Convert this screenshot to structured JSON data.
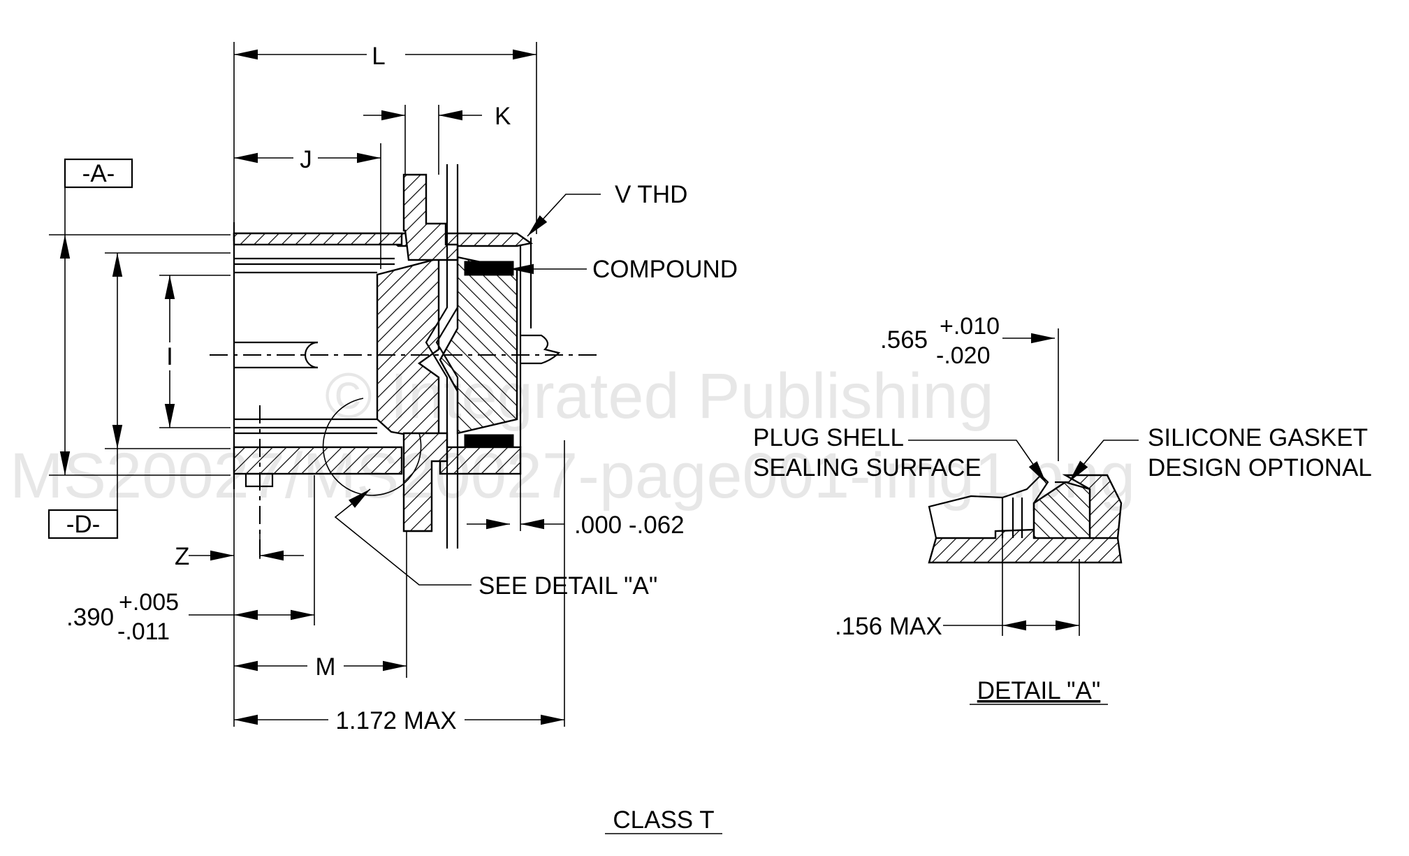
{
  "labels": {
    "L": "L",
    "K": "K",
    "J": "J",
    "I": "I",
    "M": "M",
    "Z": "Z",
    "datum_a": "-A-",
    "datum_d": "-D-",
    "v_thd": "V  THD",
    "compound": "COMPOUND",
    "see_detail": "SEE DETAIL \"A\"",
    "tol_000": ".000  -.062",
    "dim_390": ".390",
    "tol_390_plus": "+.005",
    "tol_390_minus": "-.011",
    "max_1172": "1.172 MAX",
    "dim_565": ".565",
    "tol_565_plus": "+.010",
    "tol_565_minus": "-.020",
    "plug_shell_1": "PLUG SHELL",
    "plug_shell_2": "SEALING SURFACE",
    "silicone_1": "SILICONE GASKET",
    "silicone_2": "DESIGN OPTIONAL",
    "max_156": ".156 MAX",
    "detail_title": "DETAIL \"A\"",
    "class_title": "CLASS  T"
  },
  "watermark": {
    "line1": "© Integrated Publishing",
    "line2": "MS20027/MS20027-page001-img1.png"
  }
}
